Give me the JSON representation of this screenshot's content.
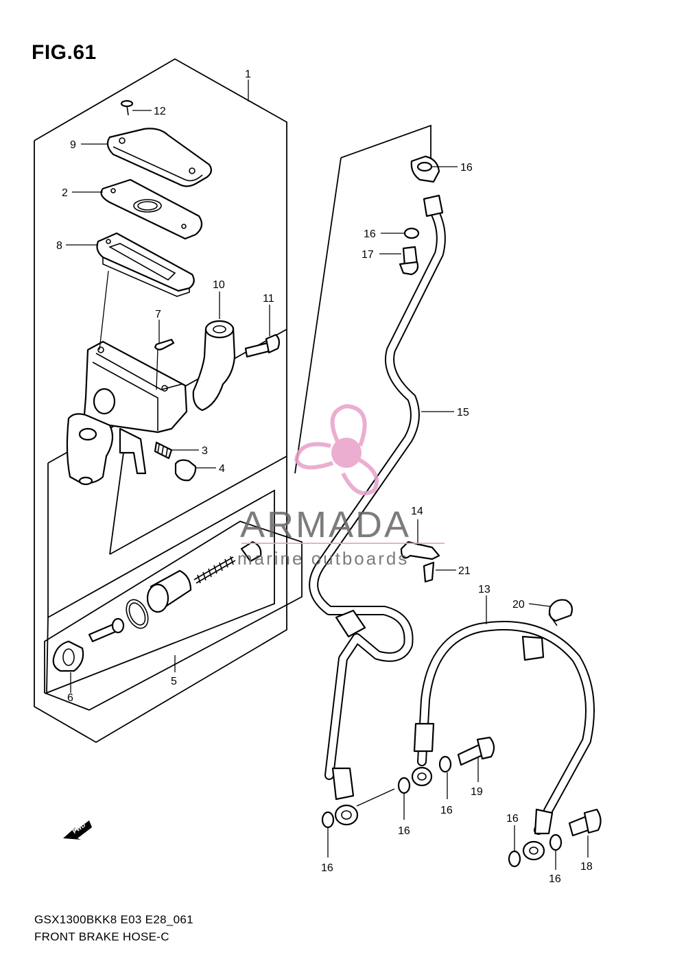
{
  "figure": {
    "title": "FIG.61",
    "model_code": "GSX1300BKK8 E03 E28_061",
    "caption": "FRONT BRAKE HOSE-C"
  },
  "watermark": {
    "brand": "ARMADA",
    "tagline": "marine outboards",
    "logo": "propeller-logo",
    "color": "#e8a0c8"
  },
  "direction_marker": {
    "label": "FWD",
    "icon": "arrow-left-icon"
  },
  "callouts": [
    {
      "id": "c1",
      "label": "1"
    },
    {
      "id": "c2",
      "label": "2"
    },
    {
      "id": "c3",
      "label": "3"
    },
    {
      "id": "c4",
      "label": "4"
    },
    {
      "id": "c5",
      "label": "5"
    },
    {
      "id": "c6",
      "label": "6"
    },
    {
      "id": "c7",
      "label": "7"
    },
    {
      "id": "c8",
      "label": "8"
    },
    {
      "id": "c9",
      "label": "9"
    },
    {
      "id": "c10",
      "label": "10"
    },
    {
      "id": "c11",
      "label": "11"
    },
    {
      "id": "c12",
      "label": "12"
    },
    {
      "id": "c13",
      "label": "13"
    },
    {
      "id": "c14",
      "label": "14"
    },
    {
      "id": "c15",
      "label": "15"
    },
    {
      "id": "c16a",
      "label": "16"
    },
    {
      "id": "c16b",
      "label": "16"
    },
    {
      "id": "c16c",
      "label": "16"
    },
    {
      "id": "c16d",
      "label": "16"
    },
    {
      "id": "c16e",
      "label": "16"
    },
    {
      "id": "c16f",
      "label": "16"
    },
    {
      "id": "c16g",
      "label": "16"
    },
    {
      "id": "c17",
      "label": "17"
    },
    {
      "id": "c18",
      "label": "18"
    },
    {
      "id": "c19",
      "label": "19"
    },
    {
      "id": "c20",
      "label": "20"
    },
    {
      "id": "c21",
      "label": "21"
    }
  ]
}
